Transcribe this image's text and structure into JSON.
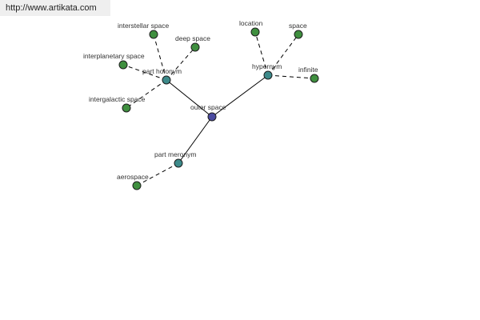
{
  "watermark": "http://www.artikata.com",
  "colors": {
    "center": "#4a4aa0",
    "relation": "#3d8a8a",
    "term": "#3f8f3f",
    "node_stroke": "#1e1e1e"
  },
  "nodes": {
    "center": "outer space",
    "part_holonym": "part holonym",
    "hypernym": "hypernym",
    "part_meronym": "part meronym",
    "interstellar_space": "interstellar space",
    "deep_space": "deep space",
    "interplanetary_space": "interplanetary space",
    "intergalactic_space": "intergalactic space",
    "location": "location",
    "space": "space",
    "infinite": "infinite",
    "aerospace": "aerospace"
  }
}
